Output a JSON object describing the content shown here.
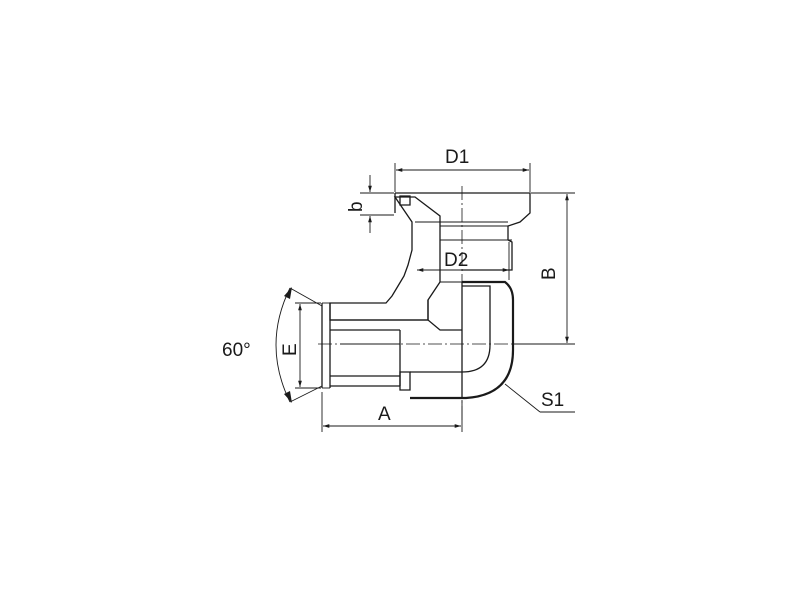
{
  "labels": {
    "d1": "D1",
    "d2": "D2",
    "b_lower": "b",
    "b_upper": "B",
    "e": "E",
    "a": "A",
    "s1": "S1",
    "angle": "60°"
  }
}
